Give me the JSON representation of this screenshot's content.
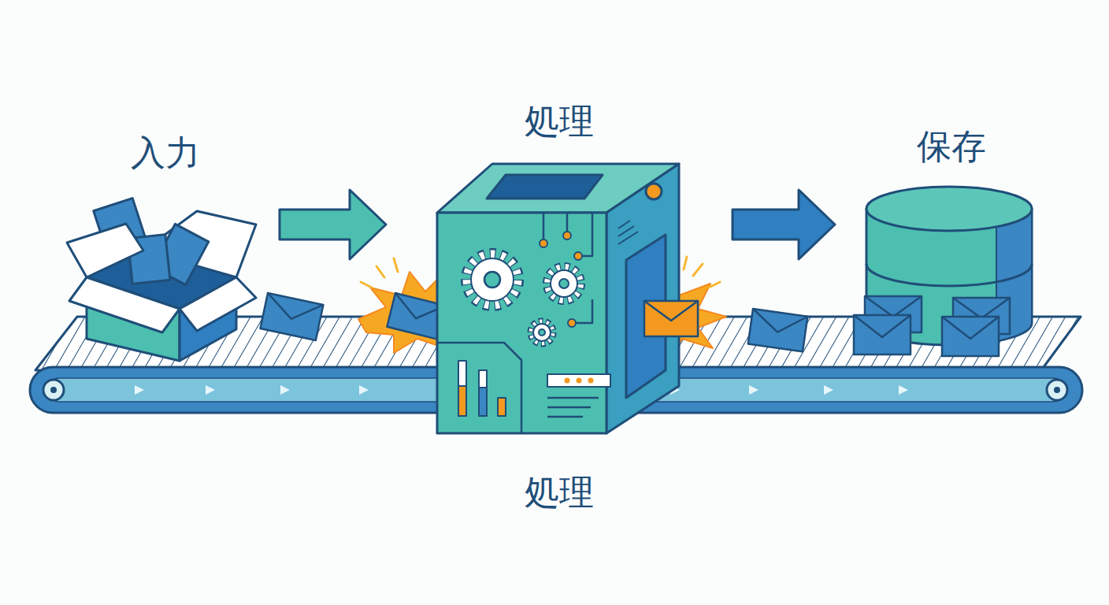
{
  "diagram": {
    "nodes": [
      {
        "text": [
          "入力"
        ]
      },
      {
        "text": [
          "処理",
          "処理"
        ]
      },
      {
        "text": [
          "保存"
        ]
      }
    ],
    "edges": [
      {
        "from": 0,
        "to": 1,
        "arrow": "to"
      },
      {
        "from": 1,
        "to": 2,
        "arrow": "to"
      }
    ]
  }
}
